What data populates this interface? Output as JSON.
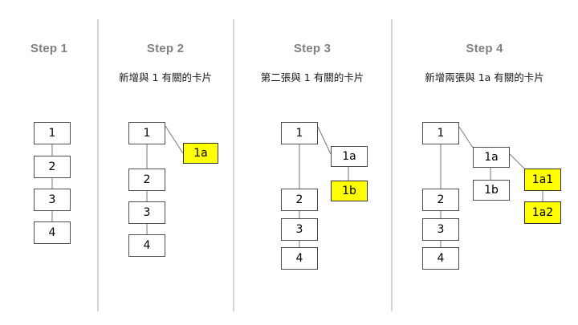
{
  "page": {
    "background": "#ffffff",
    "divider_color": "#d4d4d4",
    "title_color": "#808080",
    "highlight_color": "#ffff00",
    "card_border_color": "#4d4d4d",
    "edge_color": "#808080"
  },
  "steps": [
    {
      "id": "step-1",
      "title": "Step 1",
      "subtitle": "",
      "cards": [
        {
          "label": "1",
          "highlight": false
        },
        {
          "label": "2",
          "highlight": false
        },
        {
          "label": "3",
          "highlight": false
        },
        {
          "label": "4",
          "highlight": false
        }
      ]
    },
    {
      "id": "step-2",
      "title": "Step 2",
      "subtitle": "新增與 1 有關的卡片",
      "cards": [
        {
          "label": "1",
          "highlight": false
        },
        {
          "label": "1a",
          "highlight": true
        },
        {
          "label": "2",
          "highlight": false
        },
        {
          "label": "3",
          "highlight": false
        },
        {
          "label": "4",
          "highlight": false
        }
      ]
    },
    {
      "id": "step-3",
      "title": "Step 3",
      "subtitle": "第二張與 1 有關的卡片",
      "cards": [
        {
          "label": "1",
          "highlight": false
        },
        {
          "label": "1a",
          "highlight": false
        },
        {
          "label": "1b",
          "highlight": true
        },
        {
          "label": "2",
          "highlight": false
        },
        {
          "label": "3",
          "highlight": false
        },
        {
          "label": "4",
          "highlight": false
        }
      ]
    },
    {
      "id": "step-4",
      "title": "Step 4",
      "subtitle": "新增兩張與 1a 有關的卡片",
      "cards": [
        {
          "label": "1",
          "highlight": false
        },
        {
          "label": "1a",
          "highlight": false
        },
        {
          "label": "1b",
          "highlight": false
        },
        {
          "label": "1a1",
          "highlight": true
        },
        {
          "label": "1a2",
          "highlight": true
        },
        {
          "label": "2",
          "highlight": false
        },
        {
          "label": "3",
          "highlight": false
        },
        {
          "label": "4",
          "highlight": false
        }
      ]
    }
  ]
}
